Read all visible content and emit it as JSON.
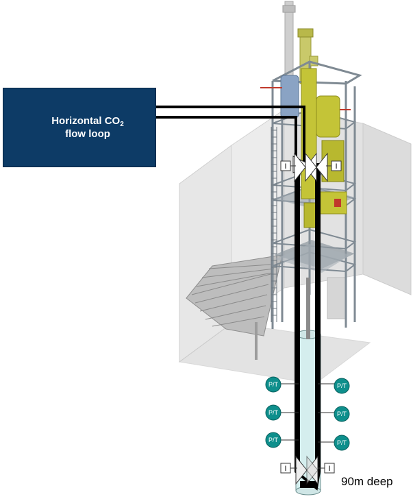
{
  "flow_loop": {
    "line1": "Horizontal CO",
    "subscript": "2",
    "line2": "flow loop"
  },
  "depth_label": "90m deep",
  "sensor_label": "P/T",
  "colors": {
    "loop_box": "#0d3b66",
    "sensor": "#0e8f8c",
    "well_fill": "#d5eeee",
    "building": "#e6e6e6",
    "tower_frame": "#7f8a93",
    "equipment": "#c4c437"
  },
  "icons": [
    "valve-icon",
    "actuator-icon",
    "sensor-icon"
  ]
}
